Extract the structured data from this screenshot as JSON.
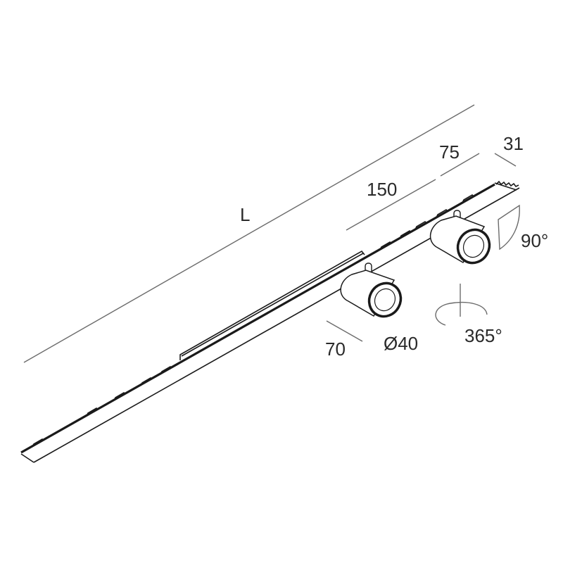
{
  "diagram": {
    "type": "technical-dimension-drawing",
    "subject": "track rail with two adjustable cylindrical spotlights",
    "colors": {
      "line": "#1a1a1a",
      "dimension_line": "#6b6b6b",
      "text": "#2a2a2a",
      "background": "#ffffff"
    },
    "labels": {
      "length": "L",
      "spot_spacing": "150",
      "end_offset": "75",
      "rail_width": "31",
      "tilt_angle": "90°",
      "rotation_angle": "365°",
      "spot_diameter": "Ø40",
      "spot_length": "70"
    },
    "components": [
      {
        "name": "track-rail",
        "count": 1
      },
      {
        "name": "spotlight",
        "count": 2
      },
      {
        "name": "tilt-indicator",
        "count": 1
      },
      {
        "name": "rotation-indicator",
        "count": 1
      }
    ]
  }
}
